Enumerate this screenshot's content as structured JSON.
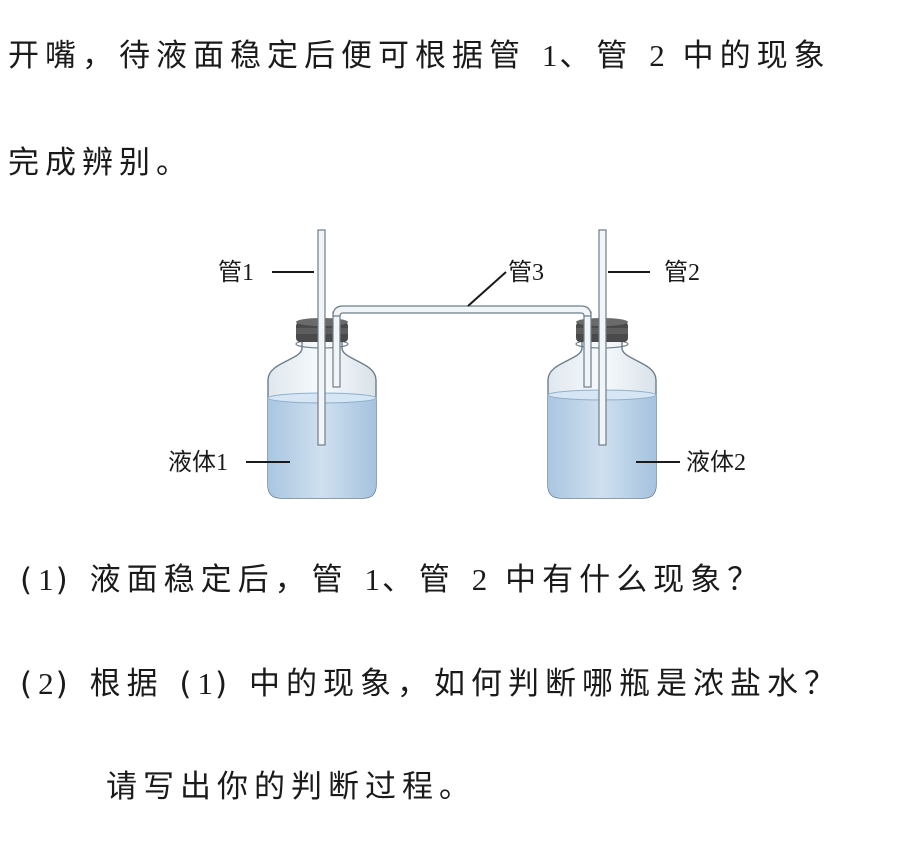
{
  "text": {
    "line1_a": "开嘴，待液面稳定后便可根据管 ",
    "line1_n1": "1",
    "line1_b": "、管 ",
    "line1_n2": "2",
    "line1_c": " 中的现象",
    "line2": "完成辨别。",
    "q1_open": "(",
    "q1_num": "1",
    "q1_close": ")",
    "q1_a": " 液面稳定后，管 ",
    "q1_n1": "1",
    "q1_b": "、管 ",
    "q1_n2": "2",
    "q1_c": " 中有什么现象？",
    "q2_open": "(",
    "q2_num": "2",
    "q2_close": ")",
    "q2_a": " 根据 (",
    "q2_ref": "1",
    "q2_b": ") 中的现象，如何判断哪瓶是浓盐水？",
    "q2_cont": "请写出你的判断过程。"
  },
  "figure": {
    "labels": {
      "tube1": "管1",
      "tube2": "管2",
      "tube3": "管3",
      "liquid1": "液体1",
      "liquid2": "液体2"
    },
    "colors": {
      "liquid": "#b9d3ea",
      "liquid_top": "#d6e6f4",
      "glass": "#e8eef3",
      "stopper": "#4a4a4a",
      "outline": "#6d7d89"
    }
  }
}
